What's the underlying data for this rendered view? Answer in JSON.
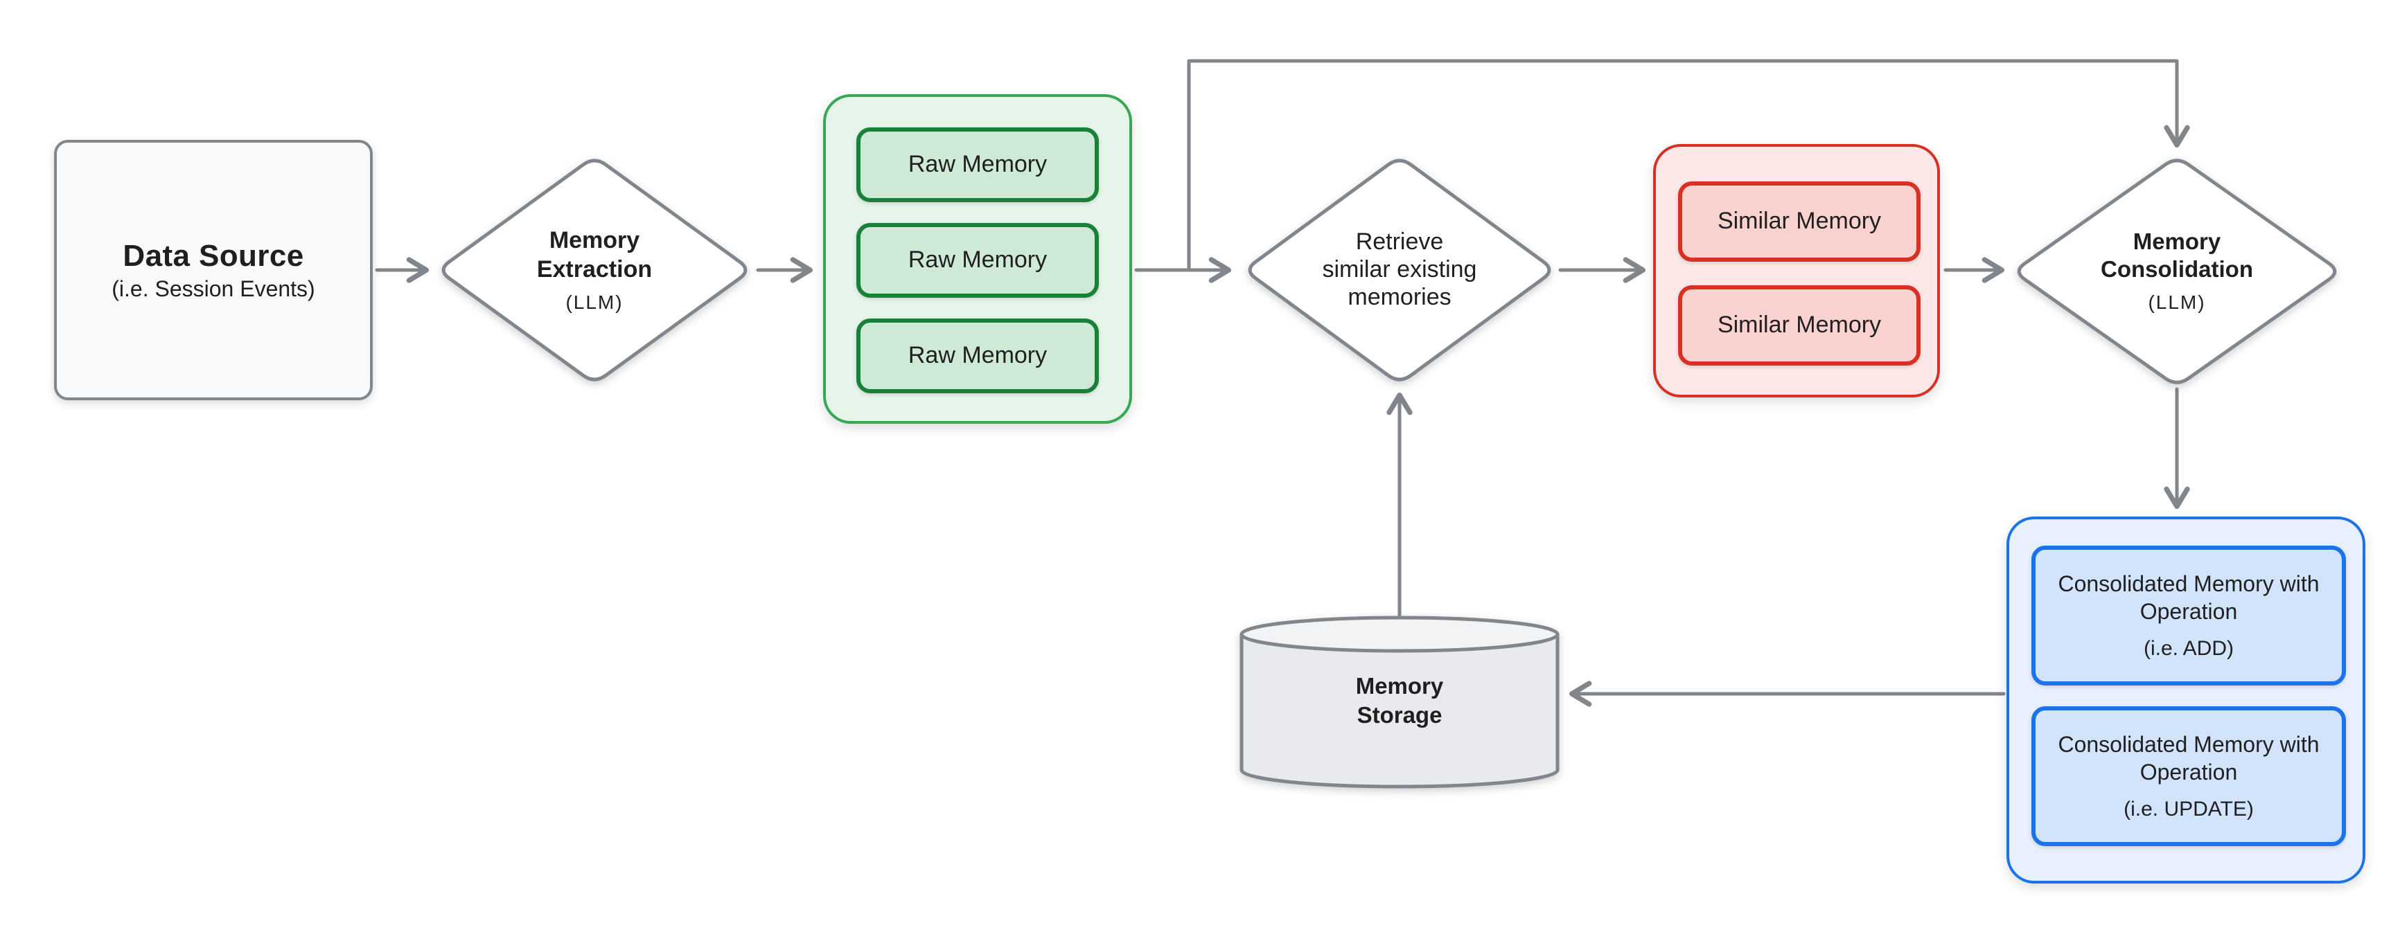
{
  "diagram": {
    "nodes": {
      "data_source": {
        "title": "Data Source",
        "subtitle": "(i.e. Session Events)"
      },
      "memory_extraction": {
        "title": "Memory Extraction",
        "subtitle": "(LLM)"
      },
      "raw_memories": [
        "Raw Memory",
        "Raw Memory",
        "Raw Memory"
      ],
      "retrieve_similar": {
        "title": "Retrieve similar existing memories"
      },
      "similar_memories": [
        "Similar Memory",
        "Similar Memory"
      ],
      "memory_consolidation": {
        "title": "Memory Consolidation",
        "subtitle": "(LLM)"
      },
      "consolidated_memories": [
        {
          "title": "Consolidated Memory with Operation",
          "subtitle": "(i.e. ADD)"
        },
        {
          "title": "Consolidated Memory with Operation",
          "subtitle": "(i.e. UPDATE)"
        }
      ],
      "memory_storage": {
        "title": "Memory Storage"
      }
    },
    "colors": {
      "connector_gray": "#80868b",
      "neutral_fill": "#f8f9fa",
      "storage_fill": "#e8eaed",
      "green_border": "#34a853",
      "green_inner_border": "#188038",
      "green_fill": "#e6f4ea",
      "green_inner_fill": "#ceead6",
      "red_border": "#d93025",
      "red_fill": "#fce8e6",
      "red_inner_fill": "#fad2cf",
      "blue_border": "#1a73e8",
      "blue_fill": "#e8f0fe",
      "blue_inner_fill": "#d2e3fc",
      "text": "#1f1f1f"
    }
  }
}
